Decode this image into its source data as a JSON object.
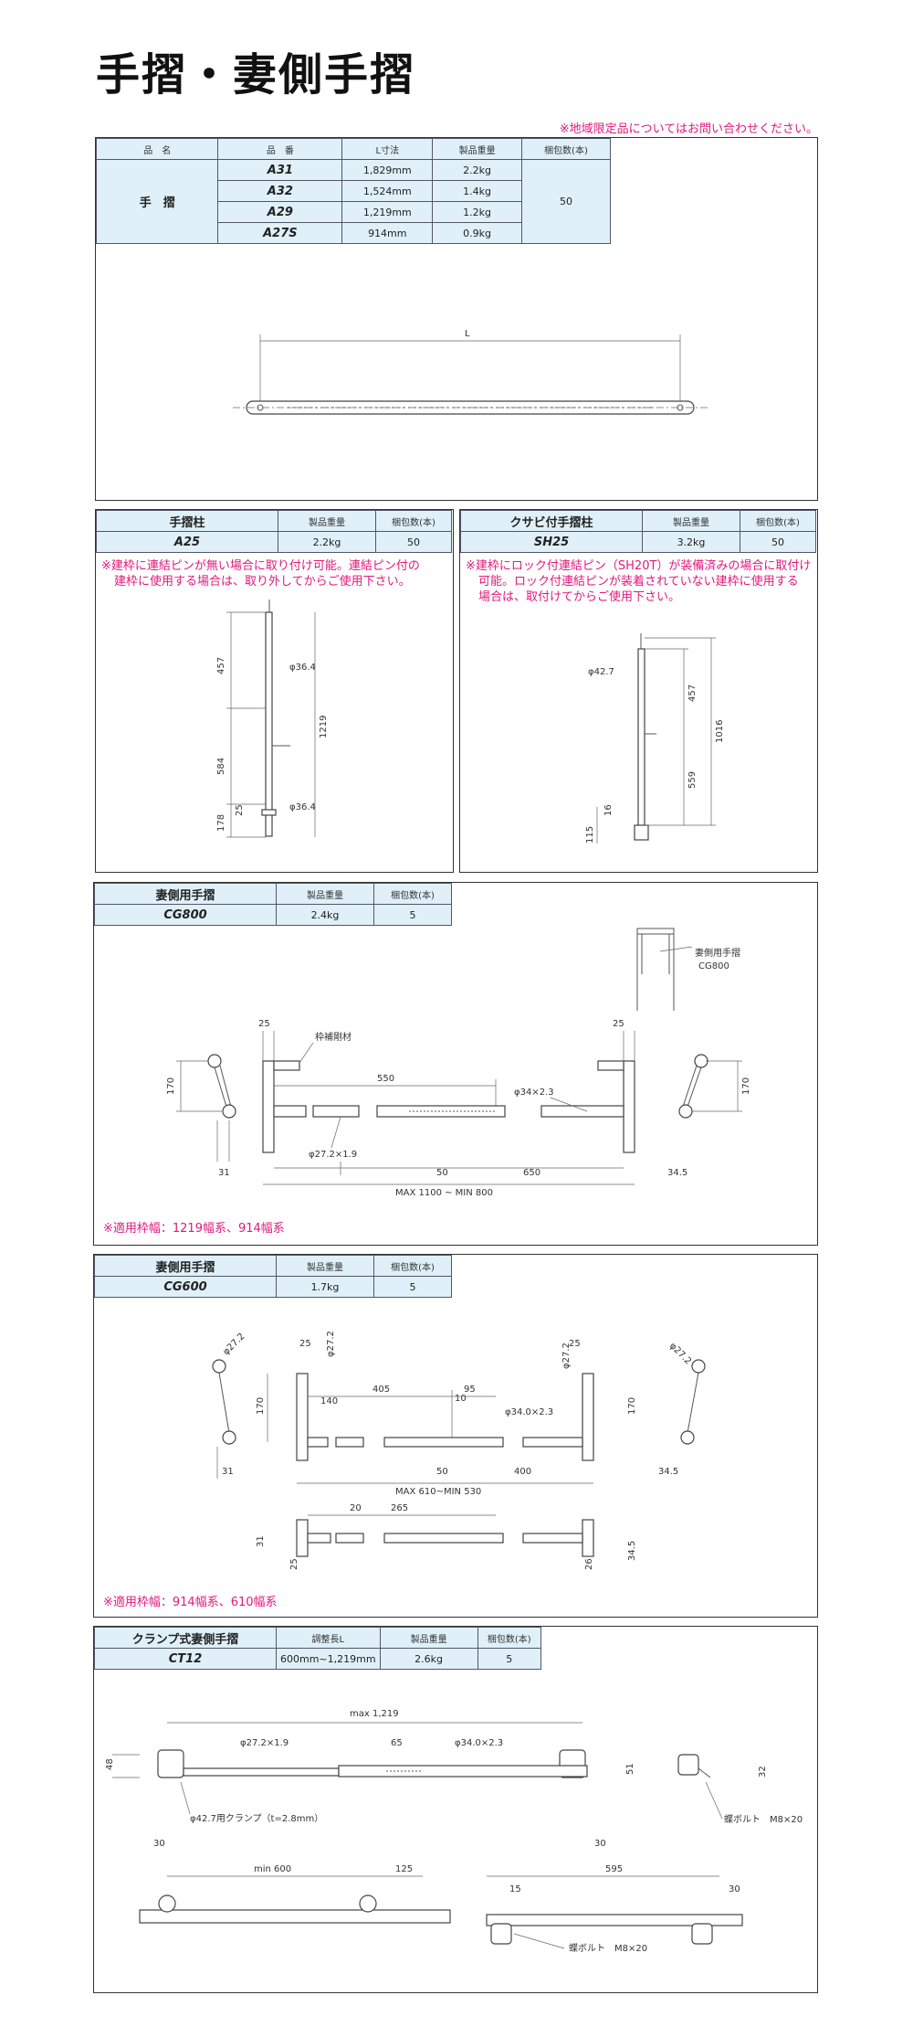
{
  "page_title": "手摺・妻側手摺",
  "region_note": "※地域限定品についてはお問い合わせください。",
  "handrail": {
    "headers": [
      "品　名",
      "品　番",
      "L寸法",
      "製品重量",
      "梱包数(本)"
    ],
    "name": "手　摺",
    "rows": [
      {
        "code": "A31",
        "length": "1,829mm",
        "weight": "2.2kg"
      },
      {
        "code": "A32",
        "length": "1,524mm",
        "weight": "1.4kg"
      },
      {
        "code": "A29",
        "length": "1,219mm",
        "weight": "1.2kg"
      },
      {
        "code": "A27S",
        "length": "914mm",
        "weight": "0.9kg"
      }
    ],
    "pack": "50",
    "dim_L": "L"
  },
  "post": {
    "headers": [
      "手摺柱",
      "製品重量",
      "梱包数(本)"
    ],
    "code": "A25",
    "weight": "2.2kg",
    "pack": "50",
    "note1": "※建枠に連結ピンが無い場合に取り付け可能。連結ピン付の",
    "note2": "建枠に使用する場合は、取り外してからご使用下さい。",
    "dims": {
      "d1": "457",
      "d2": "584",
      "d3": "178",
      "d4": "25",
      "d5": "1219",
      "dia1": "φ36.4",
      "dia2": "φ36.4"
    }
  },
  "wedge_post": {
    "headers": [
      "クサビ付手摺柱",
      "製品重量",
      "梱包数(本)"
    ],
    "code": "SH25",
    "weight": "3.2kg",
    "pack": "50",
    "note1": "※建枠にロック付連結ピン（SH20T）が装備済みの場合に取付け",
    "note2": "可能。ロック付連結ピンが装着されていない建枠に使用する",
    "note3": "場合は、取付けてからご使用下さい。",
    "dims": {
      "dia": "φ42.7",
      "d1": "457",
      "d2": "559",
      "d3": "1016",
      "d4": "16",
      "d5": "115"
    }
  },
  "cg800": {
    "headers": [
      "妻側用手摺",
      "製品重量",
      "梱包数(本)"
    ],
    "code": "CG800",
    "weight": "2.4kg",
    "pack": "5",
    "label_rail": "妻側用手摺",
    "label_rail2": "CG800",
    "label_frame": "枠補剛材",
    "dims": {
      "h": "170",
      "w1": "31",
      "t1": "25",
      "t2": "25",
      "d550": "550",
      "dia1": "φ34×2.3",
      "dia2": "φ27.2×1.9",
      "d50": "50",
      "d650": "650",
      "range": "MAX 1100 ~ MIN 800",
      "h2": "170",
      "w2": "34.5"
    },
    "note": "※適用枠幅：1219幅系、914幅系"
  },
  "cg600": {
    "headers": [
      "妻側用手摺",
      "製品重量",
      "梱包数(本)"
    ],
    "code": "CG600",
    "weight": "1.7kg",
    "pack": "5",
    "dims": {
      "dia272a": "φ27.2",
      "dia272b": "φ27.2",
      "dia272c": "φ27.2",
      "dia272d": "φ27.2",
      "t25a": "25",
      "t25b": "25",
      "h170": "170",
      "h170b": "170",
      "d140": "140",
      "d405": "405",
      "d10": "10",
      "d95": "95",
      "dia34": "φ34.0×2.3",
      "w31": "31",
      "w345": "34.5",
      "d50": "50",
      "d400": "400",
      "range": "MAX 610~MIN 530",
      "d20": "20",
      "d265": "265",
      "w31b": "31",
      "t25c": "25",
      "t26": "26",
      "w345b": "34.5"
    },
    "note": "※適用枠幅：914幅系、610幅系"
  },
  "ct12": {
    "headers": [
      "クランプ式妻側手摺",
      "調整長L",
      "製品重量",
      "梱包数(本)"
    ],
    "code": "CT12",
    "adjust": "600mm~1,219mm",
    "weight": "2.6kg",
    "pack": "5",
    "dims": {
      "max": "max 1,219",
      "dia272": "φ27.2×1.9",
      "d65": "65",
      "dia34": "φ34.0×2.3",
      "h48": "48",
      "h51": "51",
      "h32": "32",
      "clamp": "φ42.7用クランプ（t=2.8mm）",
      "d30a": "30",
      "d30b": "30",
      "bolt1": "蝶ボルト　M8×20",
      "min": "min 600",
      "d125": "125",
      "d595": "595",
      "d15": "15",
      "d30c": "30",
      "bolt2": "蝶ボルト　M8×20"
    }
  }
}
